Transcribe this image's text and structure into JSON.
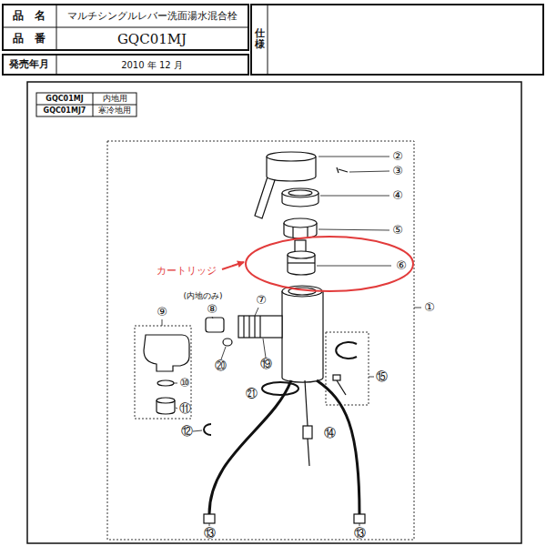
{
  "diagram": {
    "labels": [
      "品　名",
      "マルチシングルレバー洗面湯水混合栓",
      "品　番",
      "GQC01MJ",
      "発売年月",
      "2010 年 12 月",
      "仕様",
      "GQC01MJ",
      "内地用",
      "GQC01MJ7",
      "寒冷地用",
      "②",
      "③",
      "④",
      "⑤",
      "カートリッジ",
      "⑥",
      "①",
      "(内地のみ)",
      "⑨",
      "⑧",
      "⑦",
      "⑩",
      "⑪",
      "⑳",
      "⑲",
      "⑮",
      "㉑",
      "⑫",
      "⑭",
      "⑬",
      "⑬"
    ]
  }
}
